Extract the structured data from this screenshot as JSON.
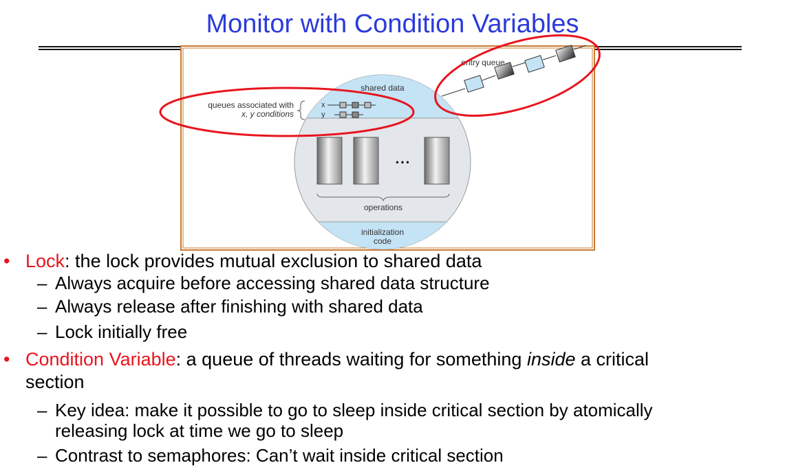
{
  "slide": {
    "title": "Monitor with Condition Variables"
  },
  "diagram": {
    "entry_queue": "entry queue",
    "shared_data": "shared data",
    "queues_line1": "queues associated with",
    "queues_line2": "x, y conditions",
    "x_label": "x",
    "y_label": "y",
    "ellipsis": "• • •",
    "operations": "operations",
    "init_line1": "initialization",
    "init_line2": "code",
    "frame_color": "#c87a30",
    "highlight_color": "#e8141d",
    "region_color": "#c4e3f5",
    "circle_color": "#e3e6ea"
  },
  "bullets": [
    {
      "term": "Lock",
      "text": ": the lock provides mutual exclusion to shared data",
      "subs": [
        "Always acquire before accessing shared data structure",
        "Always release after finishing with shared data",
        "Lock initially free"
      ]
    },
    {
      "term": "Condition Variable",
      "text_before": ": a queue of threads waiting for something ",
      "text_em": "inside",
      "text_after": " a critical",
      "text_line2": "section",
      "subs": [
        "Key idea: make it possible to go to sleep inside critical section by atomically",
        "releasing lock at time we go to sleep",
        "Contrast to semaphores: Can’t wait inside critical section"
      ]
    }
  ]
}
